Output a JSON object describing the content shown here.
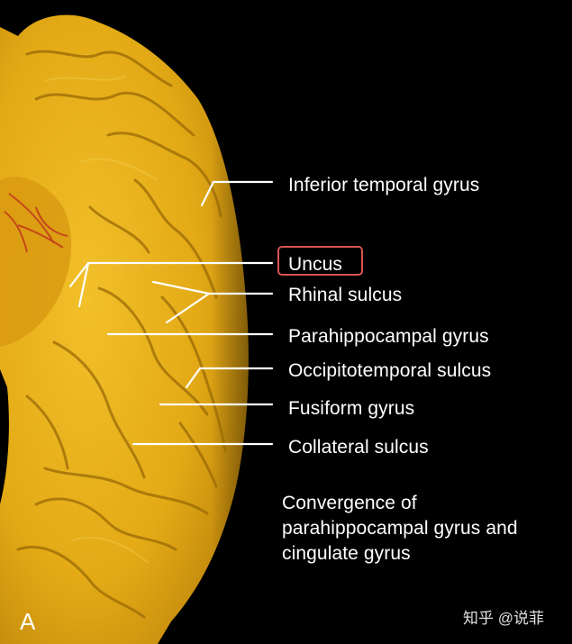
{
  "labels": {
    "inferior_temporal_gyrus": "Inferior temporal gyrus",
    "uncus": "Uncus",
    "rhinal_sulcus": "Rhinal sulcus",
    "parahippocampal_gyrus": "Parahippocampal gyrus",
    "occipitotemporal_sulcus": "Occipitotemporal sulcus",
    "fusiform_gyrus": "Fusiform gyrus",
    "collateral_sulcus": "Collateral sulcus",
    "convergence_lines": [
      "Convergence of",
      "parahippocampal gyrus and",
      "cingulate gyrus"
    ]
  },
  "panel_letter": "A",
  "watermark": "知乎 @说菲",
  "colors": {
    "background": "#000000",
    "brain": "#e8b21a",
    "highlight_box": "#d9534f",
    "label_text": "#ffffff"
  }
}
